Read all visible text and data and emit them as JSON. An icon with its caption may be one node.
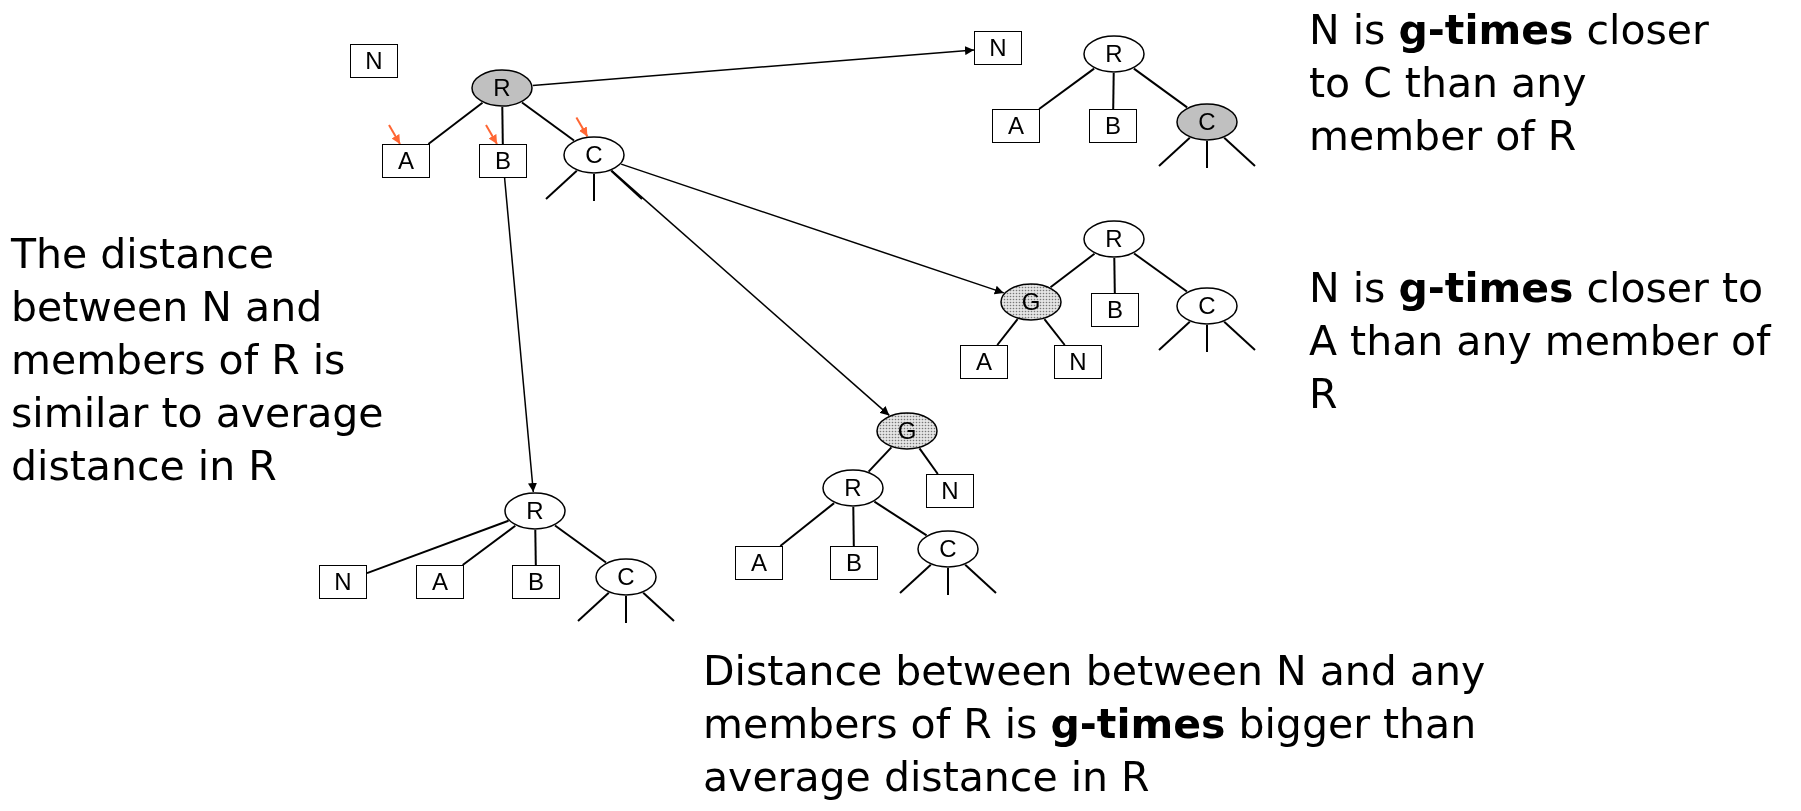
{
  "diagram": {
    "nodes": [
      {
        "text": [
          "N"
        ]
      },
      {
        "text": [
          "R"
        ]
      },
      {
        "text": [
          "A"
        ]
      },
      {
        "text": [
          "B"
        ]
      },
      {
        "text": [
          "C"
        ]
      },
      {
        "text": [
          "N"
        ]
      },
      {
        "text": [
          "R"
        ]
      },
      {
        "text": [
          "A"
        ]
      },
      {
        "text": [
          "B"
        ]
      },
      {
        "text": [
          "C"
        ]
      },
      {
        "text": [
          "R"
        ]
      },
      {
        "text": [
          "G"
        ]
      },
      {
        "text": [
          "B"
        ]
      },
      {
        "text": [
          "C"
        ]
      },
      {
        "text": [
          "A"
        ]
      },
      {
        "text": [
          "N"
        ]
      },
      {
        "text": [
          "R"
        ]
      },
      {
        "text": [
          "N"
        ]
      },
      {
        "text": [
          "A"
        ]
      },
      {
        "text": [
          "B"
        ]
      },
      {
        "text": [
          "C"
        ]
      },
      {
        "text": [
          "G"
        ]
      },
      {
        "text": [
          "R"
        ]
      },
      {
        "text": [
          "N"
        ]
      },
      {
        "text": [
          "A"
        ]
      },
      {
        "text": [
          "B"
        ]
      },
      {
        "text": [
          "C"
        ]
      }
    ],
    "edges": [
      {
        "from": 1,
        "to": 2,
        "arrow": "none"
      },
      {
        "from": 1,
        "to": 3,
        "arrow": "none"
      },
      {
        "from": 1,
        "to": 4,
        "arrow": "none"
      },
      {
        "from": 4,
        "to": null,
        "arrow": "none"
      },
      {
        "from": 4,
        "to": null,
        "arrow": "none"
      },
      {
        "from": 4,
        "to": null,
        "arrow": "none"
      },
      {
        "from": null,
        "to": 2,
        "arrow": "to",
        "color": "#ff6633"
      },
      {
        "from": null,
        "to": 3,
        "arrow": "to",
        "color": "#ff6633"
      },
      {
        "from": null,
        "to": 4,
        "arrow": "to",
        "color": "#ff6633"
      },
      {
        "from": 6,
        "to": 7,
        "arrow": "none"
      },
      {
        "from": 6,
        "to": 8,
        "arrow": "none"
      },
      {
        "from": 6,
        "to": 9,
        "arrow": "none"
      },
      {
        "from": 9,
        "to": null,
        "arrow": "none"
      },
      {
        "from": 9,
        "to": null,
        "arrow": "none"
      },
      {
        "from": 9,
        "to": null,
        "arrow": "none"
      },
      {
        "from": 10,
        "to": 11,
        "arrow": "none"
      },
      {
        "from": 10,
        "to": 12,
        "arrow": "none"
      },
      {
        "from": 10,
        "to": 13,
        "arrow": "none"
      },
      {
        "from": 11,
        "to": 14,
        "arrow": "none"
      },
      {
        "from": 11,
        "to": 15,
        "arrow": "none"
      },
      {
        "from": 13,
        "to": null,
        "arrow": "none"
      },
      {
        "from": 13,
        "to": null,
        "arrow": "none"
      },
      {
        "from": 13,
        "to": null,
        "arrow": "none"
      },
      {
        "from": 16,
        "to": 17,
        "arrow": "none"
      },
      {
        "from": 16,
        "to": 18,
        "arrow": "none"
      },
      {
        "from": 16,
        "to": 19,
        "arrow": "none"
      },
      {
        "from": 16,
        "to": 20,
        "arrow": "none"
      },
      {
        "from": 20,
        "to": null,
        "arrow": "none"
      },
      {
        "from": 20,
        "to": null,
        "arrow": "none"
      },
      {
        "from": 20,
        "to": null,
        "arrow": "none"
      },
      {
        "from": 21,
        "to": 22,
        "arrow": "none"
      },
      {
        "from": 21,
        "to": 23,
        "arrow": "none"
      },
      {
        "from": 22,
        "to": 24,
        "arrow": "none"
      },
      {
        "from": 22,
        "to": 25,
        "arrow": "none"
      },
      {
        "from": 22,
        "to": 26,
        "arrow": "none"
      },
      {
        "from": 26,
        "to": null,
        "arrow": "none"
      },
      {
        "from": 26,
        "to": null,
        "arrow": "none"
      },
      {
        "from": 26,
        "to": null,
        "arrow": "none"
      },
      {
        "from": 1,
        "to": 5,
        "arrow": "to"
      },
      {
        "from": 4,
        "to": 11,
        "arrow": "to"
      },
      {
        "from": 4,
        "to": 21,
        "arrow": "to"
      },
      {
        "from": 3,
        "to": 16,
        "arrow": "to"
      }
    ],
    "labels": [
      "The distance between N and members of R is similar to average distance in R",
      "N is **g-times** closer to C than any member of R",
      "N is **g-times** closer to A than any member of R",
      "Distance between between N and any members of R is **g-times** bigger than average distance in R"
    ]
  }
}
